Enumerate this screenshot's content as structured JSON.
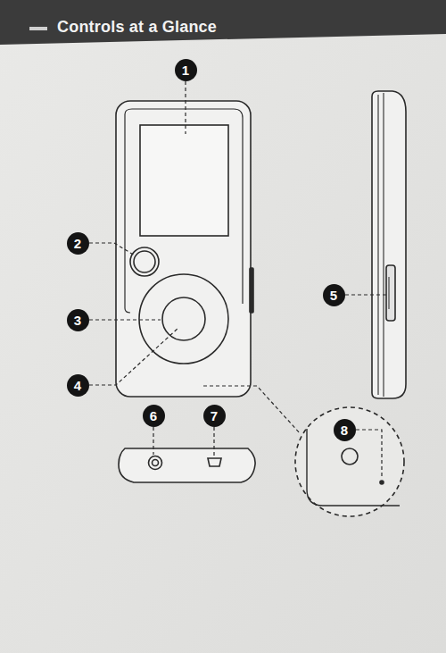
{
  "diagram": {
    "title": "Controls at a Glance",
    "labels": [
      "1",
      "2",
      "3",
      "4",
      "5",
      "6",
      "7",
      "8"
    ]
  }
}
